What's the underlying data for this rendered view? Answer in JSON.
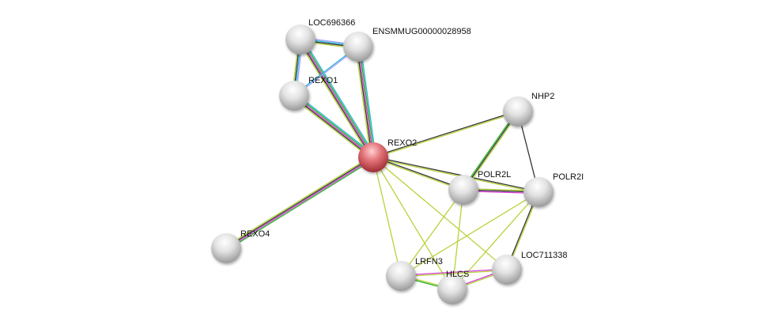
{
  "title": "Protein interaction network",
  "colors": {
    "query_node": "#d9646a",
    "node": "#cfcfcf",
    "edge_types": {
      "coexpression": "#333333",
      "textmining": "#b5d33b",
      "experiments": "#d63bd6",
      "databases": "#2ab4d6",
      "neighborhood": "#26b326",
      "homology": "#9f9fff"
    }
  },
  "nodes": [
    {
      "id": "LOC696366",
      "label": "LOC696366",
      "query": false
    },
    {
      "id": "ENSMMUG00000028958",
      "label": "ENSMMUG00000028958",
      "query": false
    },
    {
      "id": "REXO1",
      "label": "REXO1",
      "query": false
    },
    {
      "id": "REXO2",
      "label": "REXO2",
      "query": true
    },
    {
      "id": "NHP2",
      "label": "NHP2",
      "query": false
    },
    {
      "id": "POLR2L",
      "label": "POLR2L",
      "query": false
    },
    {
      "id": "POLR2I",
      "label": "POLR2I",
      "query": false
    },
    {
      "id": "REXO4",
      "label": "REXO4",
      "query": false
    },
    {
      "id": "LRFN3",
      "label": "LRFN3",
      "query": false
    },
    {
      "id": "HLCS",
      "label": "HLCS",
      "query": false
    },
    {
      "id": "LOC711338",
      "label": "LOC711338",
      "query": false
    }
  ],
  "edges": [
    {
      "a": "LOC696366",
      "b": "ENSMMUG00000028958",
      "types": [
        "homology",
        "databases",
        "coexpression",
        "textmining"
      ]
    },
    {
      "a": "LOC696366",
      "b": "REXO1",
      "types": [
        "homology",
        "databases",
        "coexpression",
        "textmining"
      ]
    },
    {
      "a": "LOC696366",
      "b": "REXO2",
      "types": [
        "databases",
        "neighborhood",
        "experiments",
        "coexpression",
        "textmining"
      ]
    },
    {
      "a": "ENSMMUG00000028958",
      "b": "REXO1",
      "types": [
        "homology",
        "databases"
      ]
    },
    {
      "a": "ENSMMUG00000028958",
      "b": "REXO2",
      "types": [
        "databases",
        "neighborhood",
        "experiments",
        "coexpression",
        "textmining"
      ]
    },
    {
      "a": "REXO1",
      "b": "REXO2",
      "types": [
        "databases",
        "neighborhood",
        "experiments",
        "coexpression",
        "textmining"
      ]
    },
    {
      "a": "REXO2",
      "b": "REXO4",
      "types": [
        "neighborhood",
        "experiments",
        "coexpression",
        "textmining"
      ]
    },
    {
      "a": "REXO2",
      "b": "NHP2",
      "types": [
        "coexpression",
        "textmining"
      ]
    },
    {
      "a": "REXO2",
      "b": "POLR2L",
      "types": [
        "coexpression",
        "textmining"
      ]
    },
    {
      "a": "REXO2",
      "b": "POLR2I",
      "types": [
        "coexpression",
        "textmining"
      ]
    },
    {
      "a": "REXO2",
      "b": "LRFN3",
      "types": [
        "textmining"
      ]
    },
    {
      "a": "REXO2",
      "b": "HLCS",
      "types": [
        "textmining"
      ]
    },
    {
      "a": "REXO2",
      "b": "LOC711338",
      "types": [
        "textmining"
      ]
    },
    {
      "a": "NHP2",
      "b": "POLR2L",
      "types": [
        "textmining",
        "coexpression",
        "neighborhood"
      ]
    },
    {
      "a": "NHP2",
      "b": "POLR2I",
      "types": [
        "coexpression"
      ]
    },
    {
      "a": "POLR2L",
      "b": "POLR2I",
      "types": [
        "textmining",
        "coexpression",
        "experiments"
      ]
    },
    {
      "a": "POLR2L",
      "b": "LRFN3",
      "types": [
        "textmining"
      ]
    },
    {
      "a": "POLR2L",
      "b": "HLCS",
      "types": [
        "textmining"
      ]
    },
    {
      "a": "POLR2I",
      "b": "LRFN3",
      "types": [
        "textmining"
      ]
    },
    {
      "a": "POLR2I",
      "b": "HLCS",
      "types": [
        "textmining"
      ]
    },
    {
      "a": "POLR2I",
      "b": "LOC711338",
      "types": [
        "textmining",
        "coexpression"
      ]
    },
    {
      "a": "LRFN3",
      "b": "HLCS",
      "types": [
        "textmining",
        "neighborhood"
      ]
    },
    {
      "a": "LRFN3",
      "b": "LOC711338",
      "types": [
        "experiments",
        "textmining"
      ]
    },
    {
      "a": "HLCS",
      "b": "LOC711338",
      "types": [
        "experiments",
        "textmining"
      ]
    }
  ]
}
